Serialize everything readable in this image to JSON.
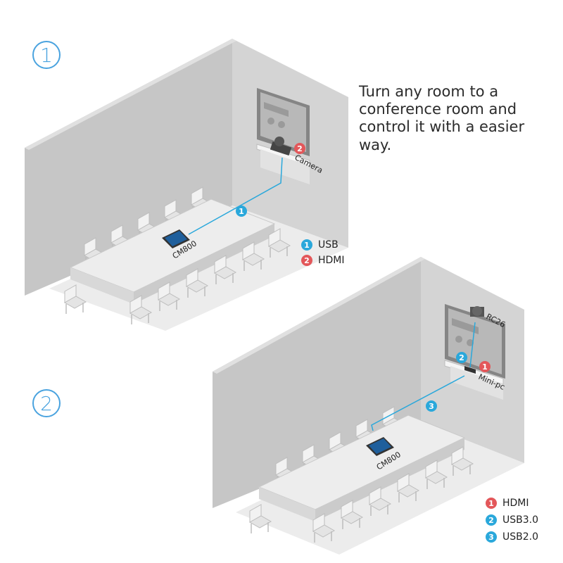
{
  "headline": "Turn any room to a conference room and control it with a easier way.",
  "colors": {
    "usb": "#2aa8db",
    "hdmi": "#e3575a",
    "cable": "#2aa8db",
    "wall": "#c6c6c6",
    "floor": "#ececec",
    "table": "#e9e9e9"
  },
  "steps": [
    "1",
    "2"
  ],
  "room1": {
    "devices": {
      "camera": "Camera",
      "panel": "CM800"
    },
    "markers": [
      "1",
      "2"
    ],
    "legend": [
      {
        "num": "1",
        "label": "USB"
      },
      {
        "num": "2",
        "label": "HDMI"
      }
    ]
  },
  "room2": {
    "devices": {
      "camera": "RC26",
      "minipc": "Mini-pc",
      "panel": "CM800"
    },
    "markers": [
      "1",
      "2",
      "3"
    ],
    "legend": [
      {
        "num": "1",
        "label": "HDMI"
      },
      {
        "num": "2",
        "label": "USB3.0"
      },
      {
        "num": "3",
        "label": "USB2.0"
      }
    ]
  }
}
